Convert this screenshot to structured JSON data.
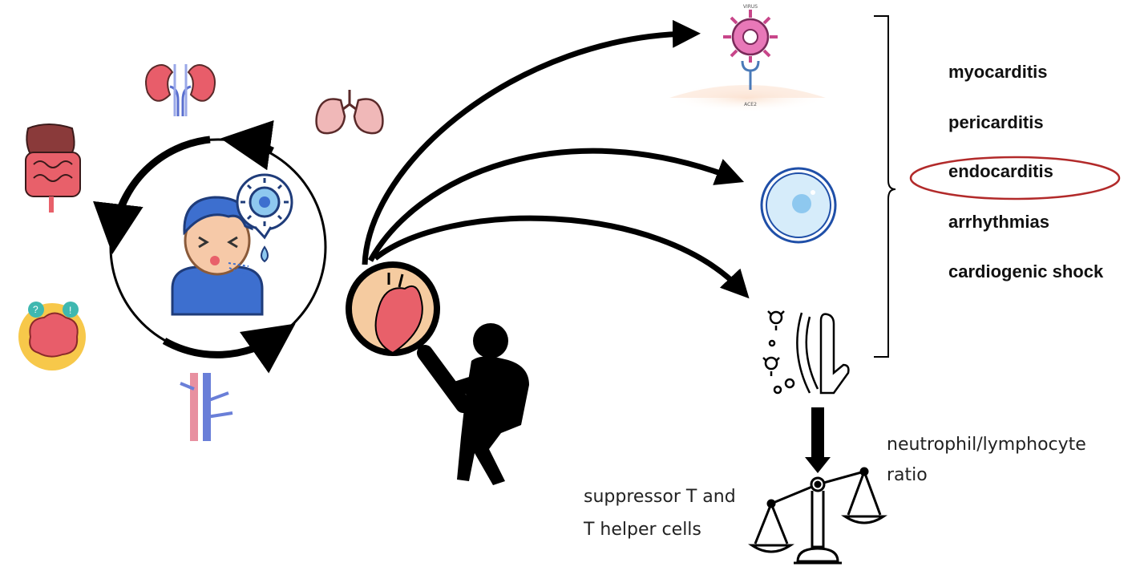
{
  "virus_panel": {
    "top_label": "VIRUS",
    "bottom_label": "ACE2"
  },
  "conditions": [
    "myocarditis",
    "pericarditis",
    "endocarditis",
    "arrhythmias",
    "cardiogenic shock"
  ],
  "highlighted_condition": "endocarditis",
  "scale_labels": {
    "right_line1": "neutrophil/lymphocyte",
    "right_line2": "ratio",
    "left_line1": "suppressor T and",
    "left_line2": "T helper cells"
  },
  "icons": {
    "organs": [
      "kidneys-icon",
      "lungs-icon",
      "intestines-icon",
      "brain-icon",
      "blood-vessels-icon"
    ],
    "center": "sick-person-icon",
    "investigator": [
      "magnifier-heart-icon",
      "investigator-silhouette-icon"
    ],
    "targets": [
      "virus-ace2-icon",
      "cell-icon",
      "immune-defense-icon"
    ],
    "balance": "balance-scale-icon"
  },
  "colors": {
    "highlight_ellipse": "#b22a2a",
    "person_blue": "#3d6fcf",
    "heart_red": "#e8606a",
    "arrows": "#000000"
  }
}
